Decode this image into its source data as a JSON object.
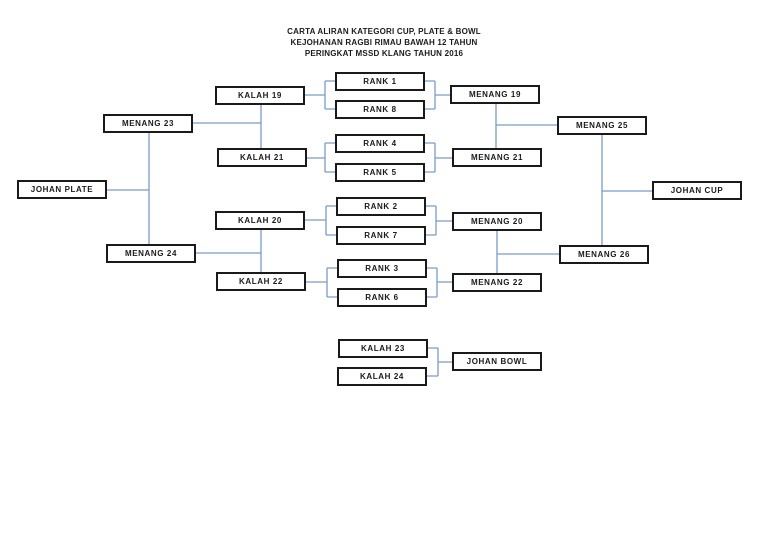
{
  "title": {
    "line1": "CARTA ALIRAN KATEGORI CUP, PLATE & BOWL",
    "line2": "KEJOHANAN RAGBI RIMAU BAWAH 12 TAHUN",
    "line3": "PERINGKAT MSSD KLANG TAHUN 2016"
  },
  "colors": {
    "connector": "#7a9cc6",
    "box_border": "#1a1a1a",
    "background": "#ffffff",
    "text": "#1a1a1a"
  },
  "nodes": {
    "kalah19": "KALAH 19",
    "rank1": "RANK 1",
    "rank8": "RANK 8",
    "menang19": "MENANG 19",
    "kalah21": "KALAH 21",
    "rank4": "RANK 4",
    "rank5": "RANK 5",
    "menang21": "MENANG 21",
    "menang23": "MENANG 23",
    "menang25": "MENANG 25",
    "johan_plate": "JOHAN PLATE",
    "johan_cup": "JOHAN CUP",
    "kalah20": "KALAH 20",
    "rank2": "RANK 2",
    "rank7": "RANK 7",
    "menang20": "MENANG 20",
    "kalah22": "KALAH 22",
    "rank3": "RANK 3",
    "rank6": "RANK 6",
    "menang22": "MENANG 22",
    "menang24": "MENANG 24",
    "menang26": "MENANG 26",
    "kalah23": "KALAH 23",
    "kalah24": "KALAH 24",
    "johan_bowl": "JOHAN BOWL"
  }
}
